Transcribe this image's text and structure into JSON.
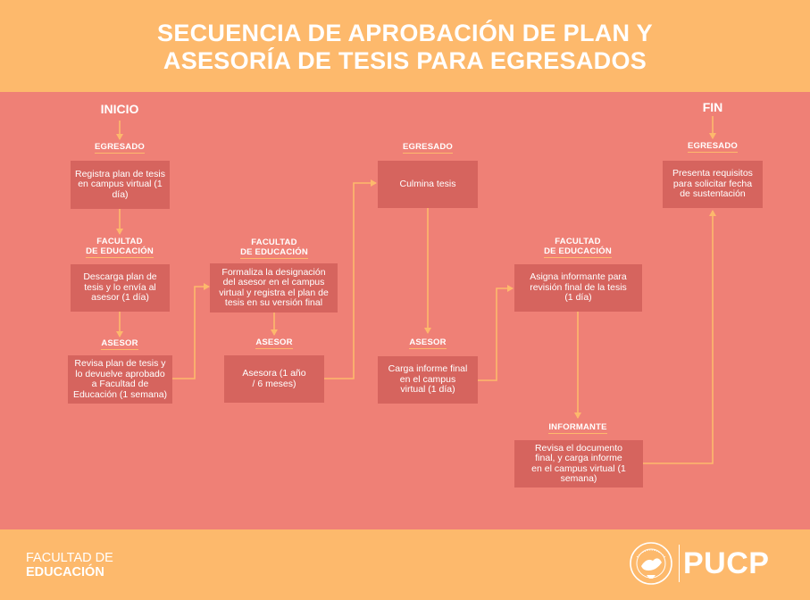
{
  "header": {
    "title_line1": "SECUENCIA DE APROBACIÓN DE PLAN Y",
    "title_line2": "ASESORÍA DE TESIS PARA EGRESADOS"
  },
  "flow": {
    "start": "INICIO",
    "end": "FIN",
    "steps": [
      {
        "role": [
          "EGRESADO"
        ],
        "text": "Registra plan de tesis en campus virtual (1 día)"
      },
      {
        "role": [
          "FACULTAD",
          "DE EDUCACIÓN"
        ],
        "text": "Descarga plan de tesis y lo envía al asesor (1 día)"
      },
      {
        "role": [
          "ASESOR"
        ],
        "text": "Revisa plan de tesis y lo devuelve aprobado a Facultad de Educación (1 semana)"
      },
      {
        "role": [
          "FACULTAD",
          "DE EDUCACIÓN"
        ],
        "text": "Formaliza la designación del asesor en el campus virtual y registra el plan de tesis en su versión final"
      },
      {
        "role": [
          "ASESOR"
        ],
        "text": "Asesora (1 año / 6 meses)"
      },
      {
        "role": [
          "EGRESADO"
        ],
        "text": "Culmina tesis"
      },
      {
        "role": [
          "ASESOR"
        ],
        "text": "Carga informe final en el campus virtual (1 día)"
      },
      {
        "role": [
          "FACULTAD",
          "DE EDUCACIÓN"
        ],
        "text": "Asigna informante para revisión final de la tesis (1 día)"
      },
      {
        "role": [
          "INFORMANTE"
        ],
        "text": "Revisa el documento final, y carga informe en el campus virtual (1 semana)"
      },
      {
        "role": [
          "EGRESADO"
        ],
        "text": "Presenta requisitos para solicitar fecha de sustentación"
      }
    ]
  },
  "footer": {
    "faculty_line1": "FACULTAD DE",
    "faculty_line2": "EDUCACIÓN",
    "university": "PUCP"
  },
  "colors": {
    "background": "#fdb96c",
    "panel": "#ef8076",
    "box": "#d6645e",
    "connector": "#fdb96c"
  }
}
